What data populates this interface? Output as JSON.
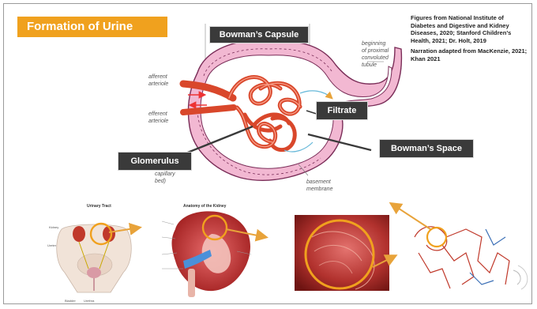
{
  "slide": {
    "title": "Formation of Urine",
    "credits": [
      "Figures from National Institute of Diabetes and Digestive and Kidney Diseases, 2020; Stanford Children’s Health, 2021; Dr. Holt, 2019",
      "Narration adapted from MacKenzie, 2021; Khan 2021"
    ]
  },
  "diagram": {
    "labels": {
      "bowmans_capsule": "Bowman’s Capsule",
      "filtrate": "Filtrate",
      "glomerulus": "Glomerulus",
      "bowmans_space": "Bowman’s Space"
    },
    "annotations": {
      "afferent_1": "afferent",
      "afferent_2": "arteriole",
      "efferent_1": "efferent",
      "efferent_2": "arteriole",
      "proximal_1": "beginning",
      "proximal_2": "of proximal",
      "proximal_3": "convoluted",
      "proximal_4": "tubule",
      "capillary_1": "capillary",
      "capillary_2": "bed)",
      "basement_1": "basement",
      "basement_2": "membrane"
    },
    "thumbnails": {
      "urinary_tract_title": "Urinary Tract",
      "kidney_label": "Kidney",
      "ureter_label": "Ureter",
      "bladder_label": "Bladder",
      "urethra_label": "Urethra",
      "kidney_anatomy_title": "Anatomy of the Kidney"
    }
  },
  "colors": {
    "banner": "#f0a11e",
    "arrow": "#e8a33a",
    "highlight_circle": "#f0a11e",
    "dark_label": "#3a3a3a",
    "capsule_pink": "#f2b8d2",
    "vessel_red": "#d9472b"
  }
}
